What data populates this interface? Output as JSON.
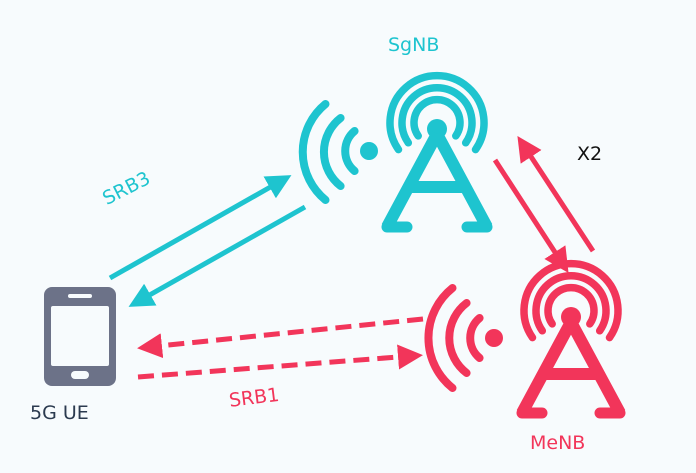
{
  "labels": {
    "sgnb": "SgNB",
    "menb": "MeNB",
    "ue": "5G UE",
    "x2": "X2",
    "srb3": "SRB3",
    "srb1": "SRB1"
  },
  "colors": {
    "sgnb": "#1ec4cf",
    "menb": "#f2355a",
    "ue_device": "#6c7288",
    "ue_label": "#2b3a4f",
    "x2_label": "#111111",
    "background": "#f7fbfd"
  },
  "icons": {
    "sgnb": "radio-tower-icon",
    "menb": "radio-tower-icon",
    "ue": "smartphone-icon",
    "sgnb_signal": "signal-waves-icon",
    "menb_signal": "signal-waves-icon"
  }
}
